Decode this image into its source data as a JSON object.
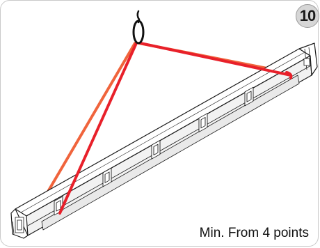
{
  "step_badge": {
    "label": "10"
  },
  "caption": {
    "text": "Min. From 4 points"
  },
  "colors": {
    "sling": "#e8202a",
    "sling_back": "#f0643c",
    "outline": "#1a1a1a",
    "badge_fill": "#d6d6d6"
  },
  "icons": {
    "hook": "lifting-eye-icon",
    "busbar": "busbar-trunking-section"
  }
}
